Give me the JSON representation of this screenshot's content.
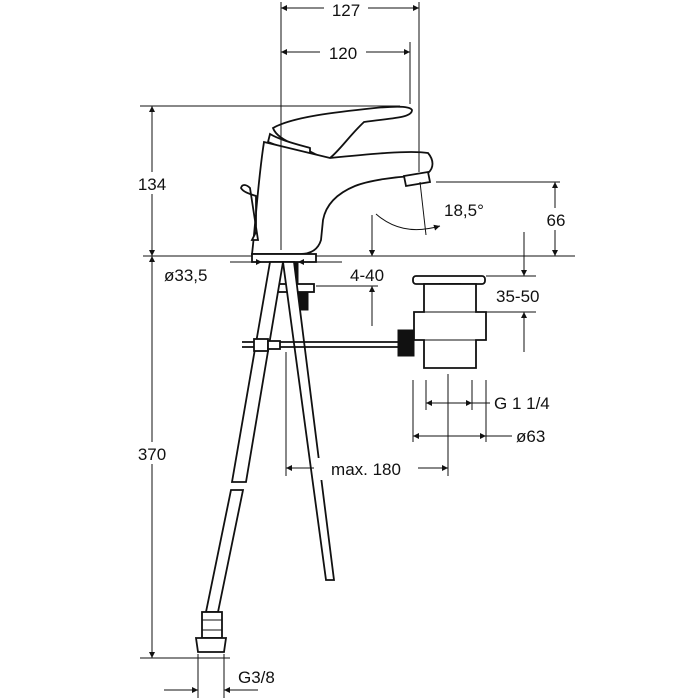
{
  "dimensions": {
    "overall_depth": "127",
    "spout_reach": "120",
    "tap_height": "134",
    "spout_height": "66",
    "spout_angle": "18,5°",
    "hole_diameter": "ø33,5",
    "deck_thickness": "4-40",
    "waste_height": "35-50",
    "waste_thread": "G 1 1/4",
    "waste_diameter": "ø63",
    "rod_length": "max. 180",
    "hose_length": "370",
    "hose_thread": "G3/8"
  },
  "colors": {
    "line": "#111111",
    "background": "#ffffff"
  }
}
